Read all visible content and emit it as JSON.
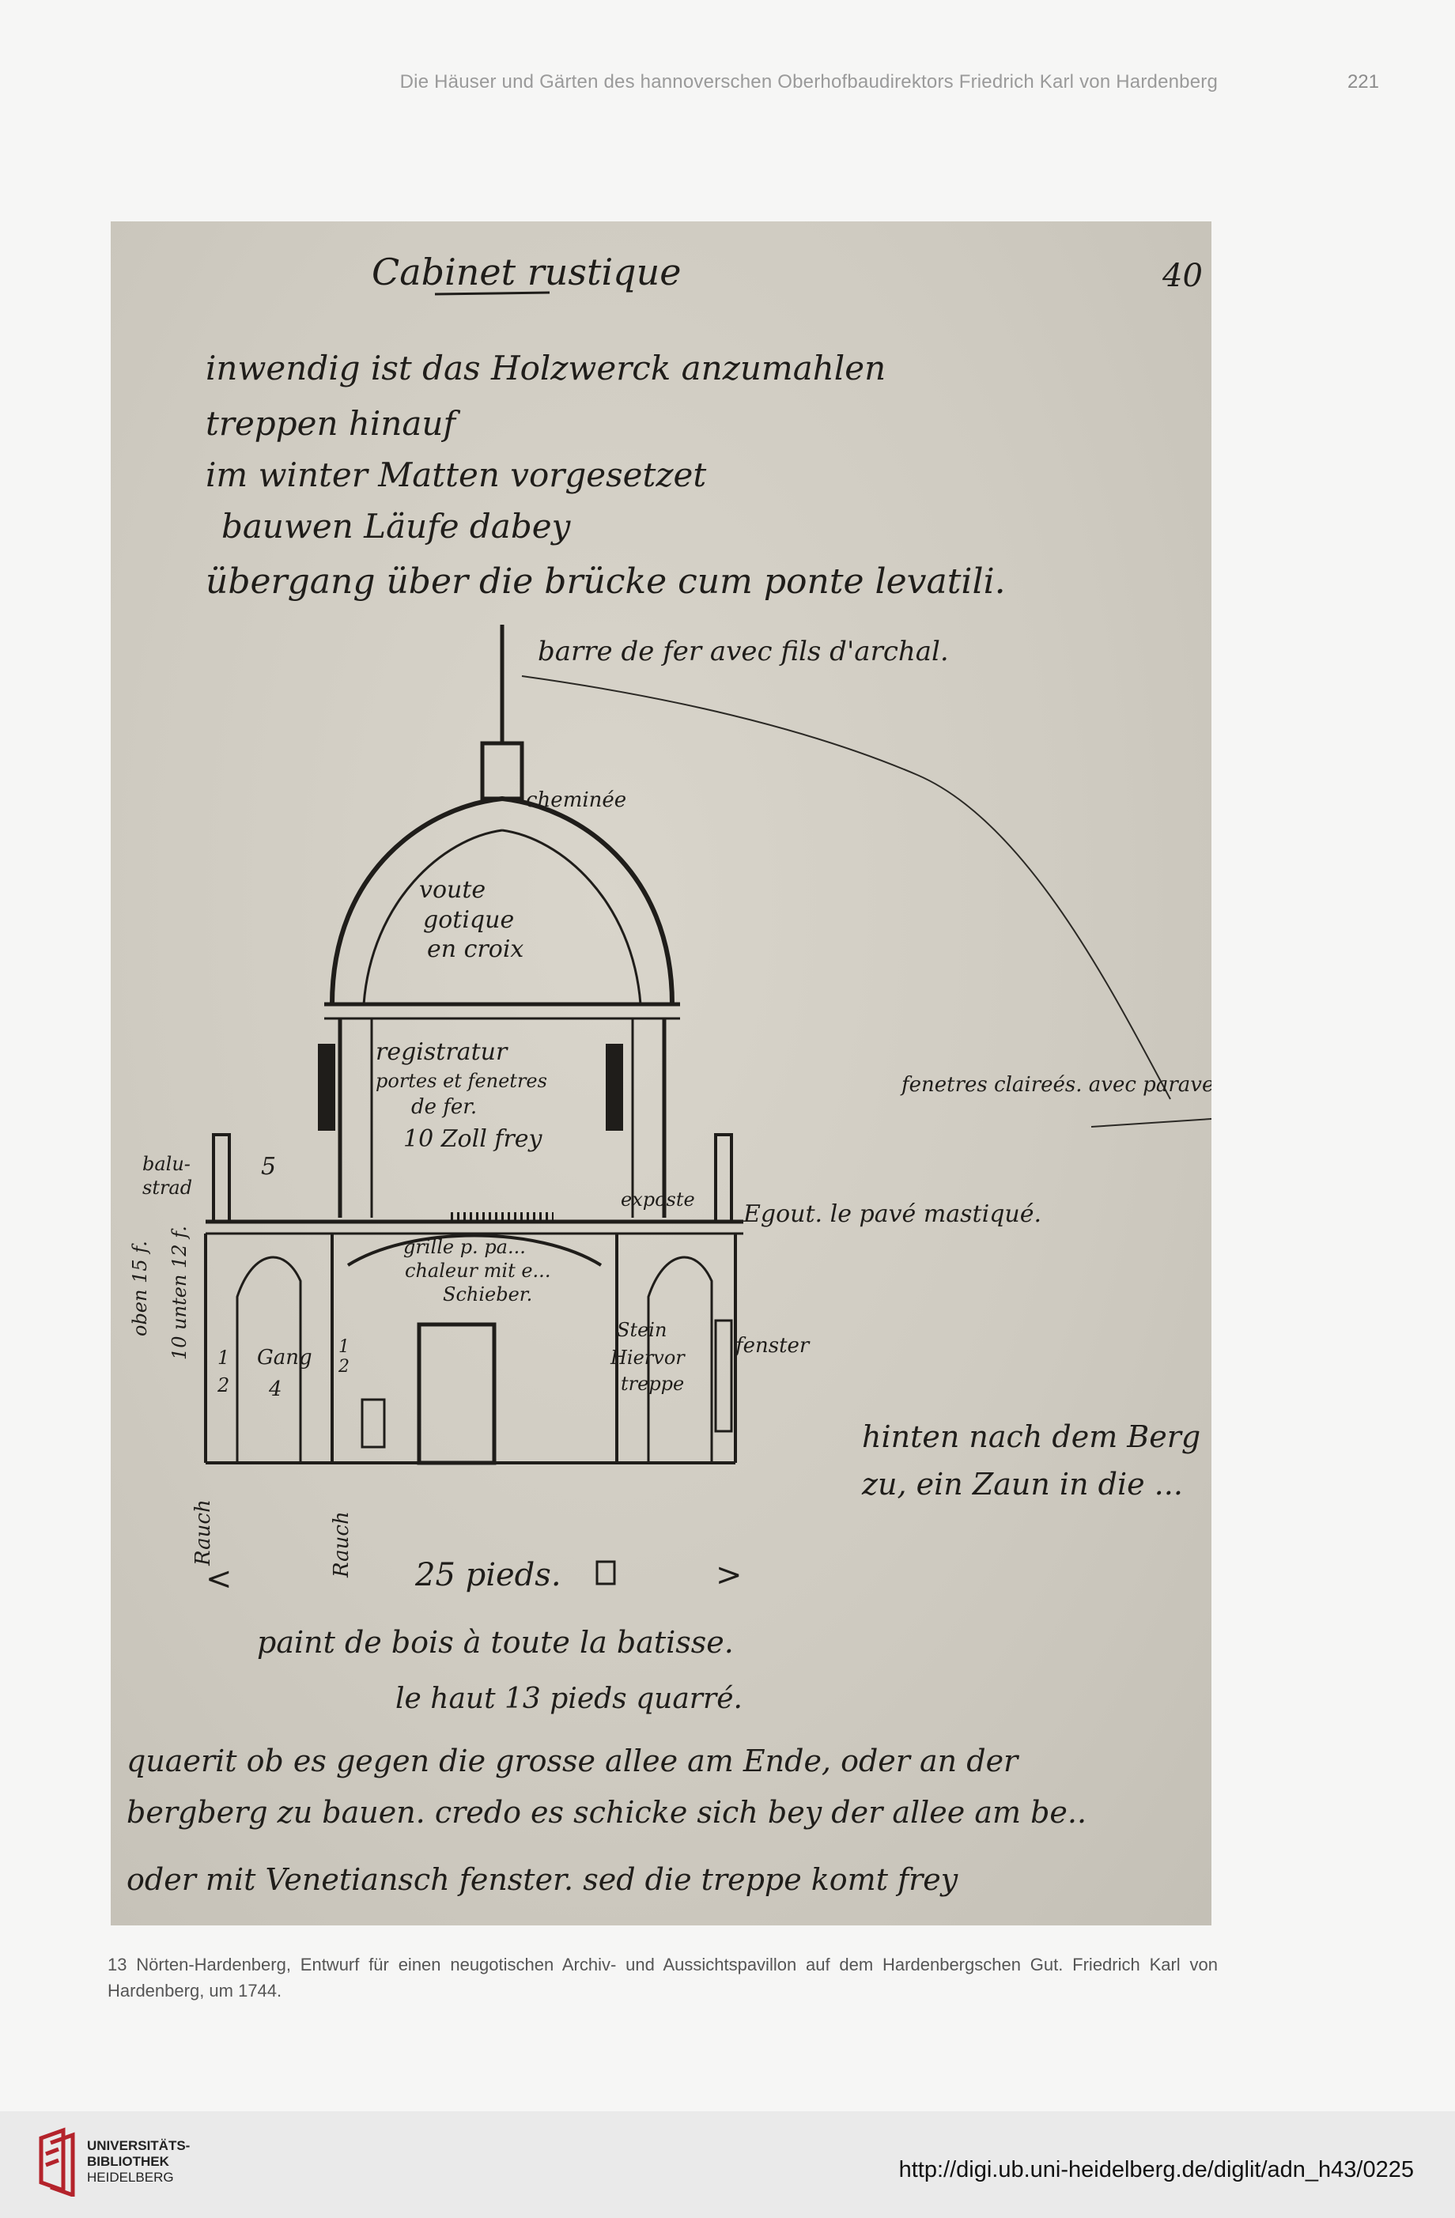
{
  "running_head": "Die Häuser und Gärten des hannoverschen Oberhofbaudirektors Friedrich Karl von Hardenberg",
  "page_number": "221",
  "manuscript": {
    "folio_number": "40",
    "title": "Cabinet rustique",
    "lines": [
      "inwendig ist das Holzwerck anzumahlen",
      "treppen hinauf",
      "im winter Matten vorgesetzet",
      "bauwen Läufe dabey",
      "übergang über die brücke cum ponte levatili."
    ],
    "annotations": {
      "arrow_note": "barre de fer avec fils d'archal.",
      "cheminee": "cheminée",
      "vault": [
        "voute",
        "gotique",
        "en croix"
      ],
      "windows": "fenetres claireés. avec paravent troués en dedans",
      "registratur": [
        "registratur",
        "portes et fenetres",
        "de fer.",
        "10 Zoll frey"
      ],
      "left_width": "5",
      "baluster": [
        "balu-",
        "strad"
      ],
      "exposte": "exposte",
      "egout": "Egout. le pavé mastiqué.",
      "grille": [
        "grille p. pa...",
        "chaleur mit e...",
        "Schieber."
      ],
      "vertical_left": [
        "oben 15 f.",
        "10 unten 12 f."
      ],
      "plan_left": [
        "1",
        "2",
        "Gang",
        "4"
      ],
      "half": [
        "1",
        "2"
      ],
      "stairs": [
        "Stein",
        "Hiervor",
        "treppe"
      ],
      "fenster": "fenster",
      "right_note": [
        "hinten nach dem Berg",
        "zu, ein Zaun in die ..."
      ],
      "bottom_left_vertical": "Rauch",
      "bottom_mid_vertical": "Rauch",
      "dimension": "25 pieds.",
      "below_dimension": [
        "paint de bois à toute la batisse.",
        "le haut 13 pieds quarré."
      ],
      "closing": [
        "quaerit ob es gegen die grosse allee am Ende, oder an der",
        "bergberg zu bauen.   credo es schicke sich bey der allee am be..",
        "oder mit Venetiansch fenster.     sed die treppe komt frey"
      ]
    }
  },
  "caption": "13 Nörten-Hardenberg, Entwurf für einen neugotischen Archiv- und Aussichtspavillon auf dem Hardenbergschen Gut. Friedrich Karl von Hardenberg, um 1744.",
  "footer": {
    "logo_lines": [
      "UNIVERSITÄTS-",
      "BIBLIOTHEK",
      "HEIDELBERG"
    ],
    "url": "http://digi.ub.uni-heidelberg.de/diglit/adn_h43/0225"
  },
  "colors": {
    "ink": "#1f1d1a",
    "paper": "#d4d0c6",
    "logo_red": "#b4232b"
  }
}
